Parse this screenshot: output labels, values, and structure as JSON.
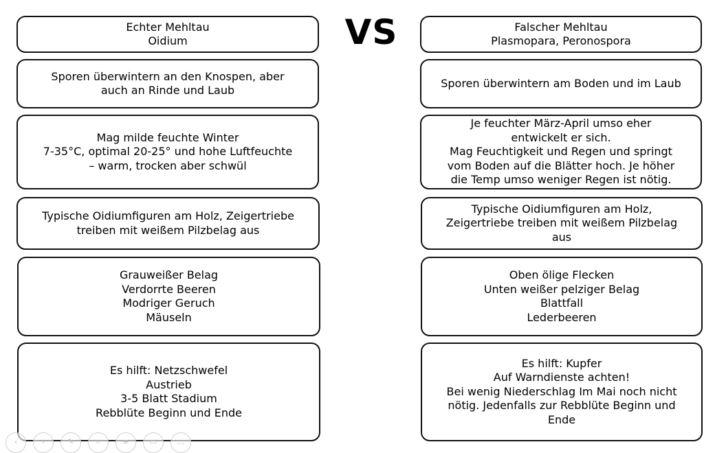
{
  "vs_label": "VS",
  "left": [
    {
      "lines": [
        "Echter Mehltau",
        "Oidium"
      ]
    },
    {
      "lines": [
        "Sporen überwintern an den Knospen,  aber",
        "auch an Rinde und Laub"
      ]
    },
    {
      "lines": [
        "Mag milde feuchte Winter",
        "7-35°C, optimal 20-25° und hohe Luftfeuchte",
        "– warm, trocken aber schwül"
      ]
    },
    {
      "lines": [
        "Typische Oidiumfiguren am Holz, Zeigertriebe",
        "treiben mit weißem Pilzbelag aus"
      ]
    },
    {
      "lines": [
        "Grauweißer Belag",
        "Verdorrte Beeren",
        "Modriger Geruch",
        "Mäuseln"
      ]
    },
    {
      "lines": [
        "Es hilft: Netzschwefel",
        "Austrieb",
        "3-5 Blatt Stadium",
        "Rebblüte Beginn und Ende"
      ]
    }
  ],
  "right": [
    {
      "lines": [
        "Falscher Mehltau",
        "Plasmopara, Peronospora"
      ]
    },
    {
      "lines": [
        "Sporen überwintern am Boden und im Laub"
      ]
    },
    {
      "lines": [
        "Je feuchter März-April umso eher",
        "entwickelt er sich.",
        "Mag Feuchtigkeit und Regen und springt",
        "vom Boden auf die Blätter hoch. Je höher",
        "die Temp umso weniger Regen ist nötig."
      ]
    },
    {
      "lines": [
        "Typische Oidiumfiguren am Holz,",
        "Zeigertriebe treiben mit weißem Pilzbelag",
        "aus"
      ]
    },
    {
      "lines": [
        "Oben ölige Flecken",
        "Unten weißer pelziger Belag",
        "Blattfall",
        "Lederbeeren"
      ]
    },
    {
      "lines": [
        "Es hilft: Kupfer",
        "Auf Warndienste achten!",
        "Bei wenig Niederschlag Im Mai noch nicht",
        "nötig. Jedenfalls zur Rebblüte Beginn und",
        "Ende"
      ]
    }
  ],
  "toolbar": {
    "icons": [
      "arrow-left-icon",
      "arrow-right-icon",
      "pen-icon",
      "zoom-icon",
      "menu-icon",
      "video-icon",
      "more-icon"
    ]
  }
}
